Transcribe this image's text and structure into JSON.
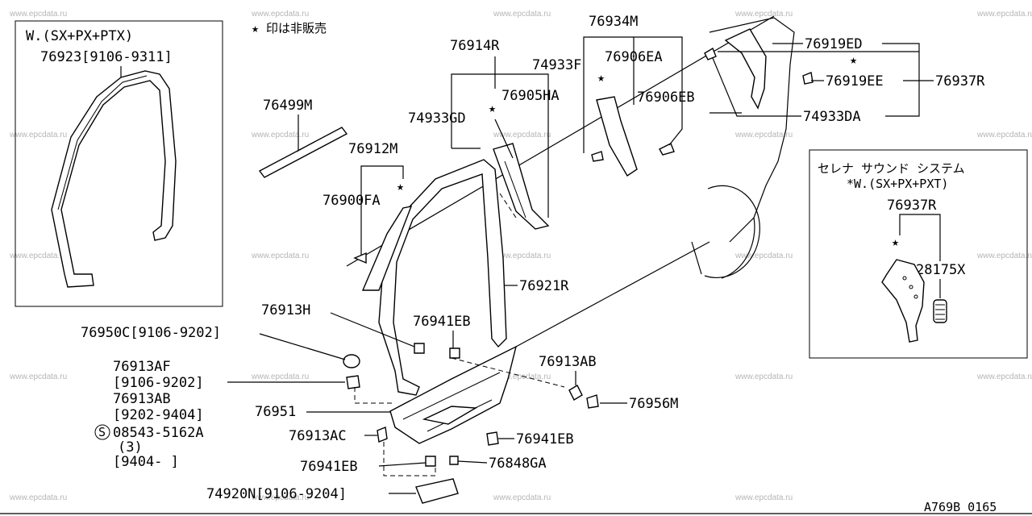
{
  "legend_note": "★ 印は非販売",
  "inset_left": {
    "title": "W.(SX+PX+PTX)",
    "part": "76923[9106-9311]"
  },
  "inset_right": {
    "title": "セレナ サウンド システム",
    "subtitle": "*W.(SX+PX+PXT)",
    "parts": [
      "76937R",
      "28175X"
    ]
  },
  "labels": {
    "p76934M": "76934M",
    "p76914R": "76914R",
    "p74933F": "74933F",
    "p76906EA": "76906EA",
    "p76919ED": "76919ED",
    "p76919EE": "76919EE",
    "p76937R": "76937R",
    "p74933DA": "74933DA",
    "p76905HA": "76905HA",
    "p76906EB": "76906EB",
    "p76499M": "76499M",
    "p74933GD": "74933GD",
    "p76912M": "76912M",
    "p76900FA": "76900FA",
    "p76921R": "76921R",
    "p76913H": "76913H",
    "p76941EB_a": "76941EB",
    "p76950C": "76950C[9106-9202]",
    "p76913AF": "76913AF",
    "p76913AF_date": "[9106-9202]",
    "p76913AB_left": "76913AB",
    "p76913AB_date": "[9202-9404]",
    "p08543": "08543-5162A",
    "p08543_qty": "(3)",
    "p08543_date": "[9404-    ]",
    "p76913AB_right": "76913AB",
    "p76956M": "76956M",
    "p76951": "76951",
    "p76913AC": "76913AC",
    "p76941EB_b": "76941EB",
    "p76941EB_c": "76941EB",
    "p76848GA": "76848GA",
    "p74920N": "74920N[9106-9204]"
  },
  "bolt_marker": "S",
  "watermark": "www.epcdata.ru",
  "footer_code": "A769B 0165"
}
